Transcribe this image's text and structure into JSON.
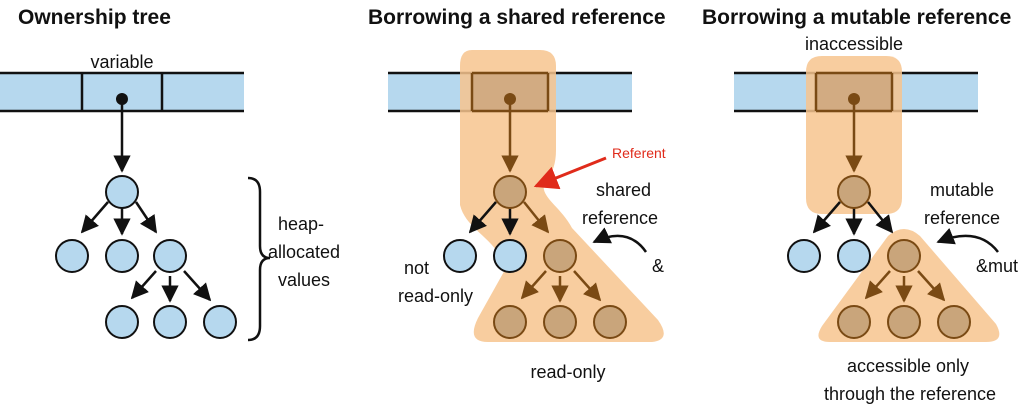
{
  "panels": {
    "ownership": {
      "title": "Ownership tree",
      "variable_label": "variable",
      "heap_label_lines": [
        "heap-",
        "allocated",
        "values"
      ]
    },
    "shared": {
      "title": "Borrowing a shared reference",
      "referent_label": "Referent",
      "shared_ref_lines": [
        "shared",
        "reference"
      ],
      "ampersand": "&",
      "not_readonly_lines": [
        "not",
        "read-only"
      ],
      "readonly_label": "read-only"
    },
    "mutable": {
      "title": "Borrowing a mutable reference",
      "inaccessible_label": "inaccessible",
      "mutable_ref_lines": [
        "mutable",
        "reference"
      ],
      "ampersand_mut": "&mut",
      "accessible_lines": [
        "accessible only",
        "through the reference"
      ]
    }
  },
  "colors": {
    "node_blue": "#b6d8ee",
    "node_brown": "#c9a57b",
    "highlight": "#f7c48e",
    "arrow_dark": "#111111",
    "arrow_brown": "#7a4a14",
    "referent_arrow": "#e02b1b",
    "bar_blue": "#b6d8ee"
  }
}
